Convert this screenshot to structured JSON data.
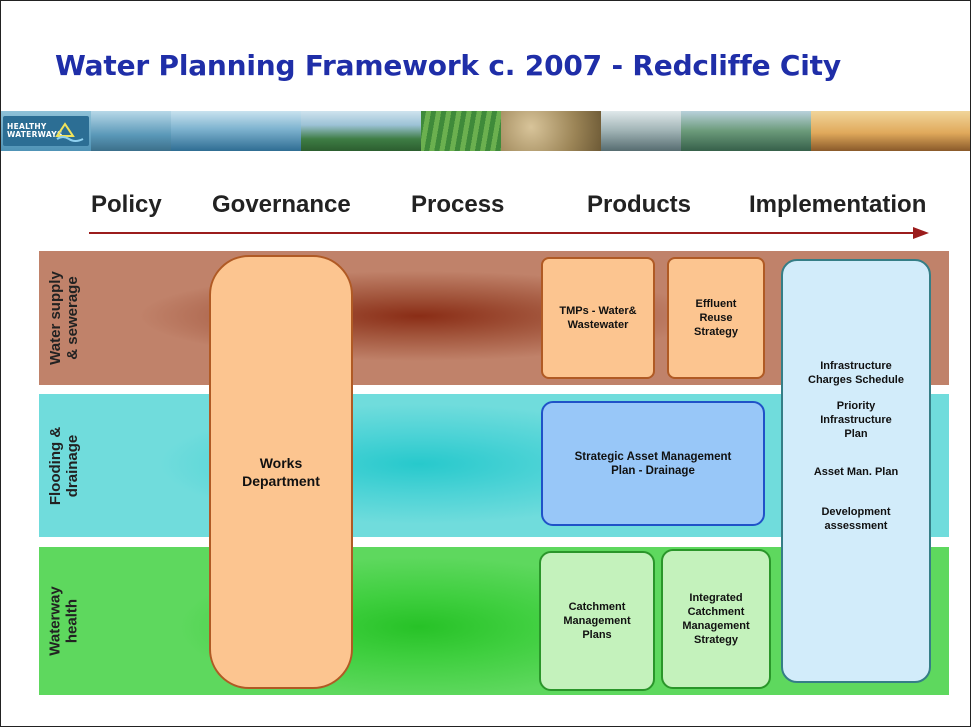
{
  "title": "Water Planning Framework c. 2007 - Redcliffe City",
  "banner": {
    "logo_line1": "HEALTHY",
    "logo_line2": "WATERWAYS"
  },
  "headers": [
    "Policy",
    "Governance",
    "Process",
    "Products",
    "Implementation"
  ],
  "bands": {
    "water_supply": "Water supply\n& sewerage",
    "flooding": "Flooding &\ndrainage",
    "waterway_health": "Waterway\nhealth"
  },
  "boxes": {
    "works": "Works\nDepartment",
    "tmps": "TMPs - Water&\nWastewater",
    "effluent": "Effluent\nReuse\nStrategy",
    "samp": "Strategic Asset Management\nPlan - Drainage",
    "catchment": "Catchment\nManagement\nPlans",
    "integrated": "Integrated\nCatchment\nManagement\nStrategy"
  },
  "implementation": [
    "Infrastructure\nCharges Schedule",
    "Priority\nInfrastructure\nPlan",
    "Asset Man. Plan",
    "Development\nassessment"
  ],
  "colors": {
    "title": "#1f2ea8",
    "arrow": "#9b1c1c",
    "water_band": "#c0826a",
    "flood_band": "#70dcdc",
    "health_band": "#5ed85e",
    "orange_box": "#fcc590",
    "blue_box": "#98c7f8",
    "green_box": "#c4f2bc",
    "impl_box": "#d2ecfa"
  }
}
